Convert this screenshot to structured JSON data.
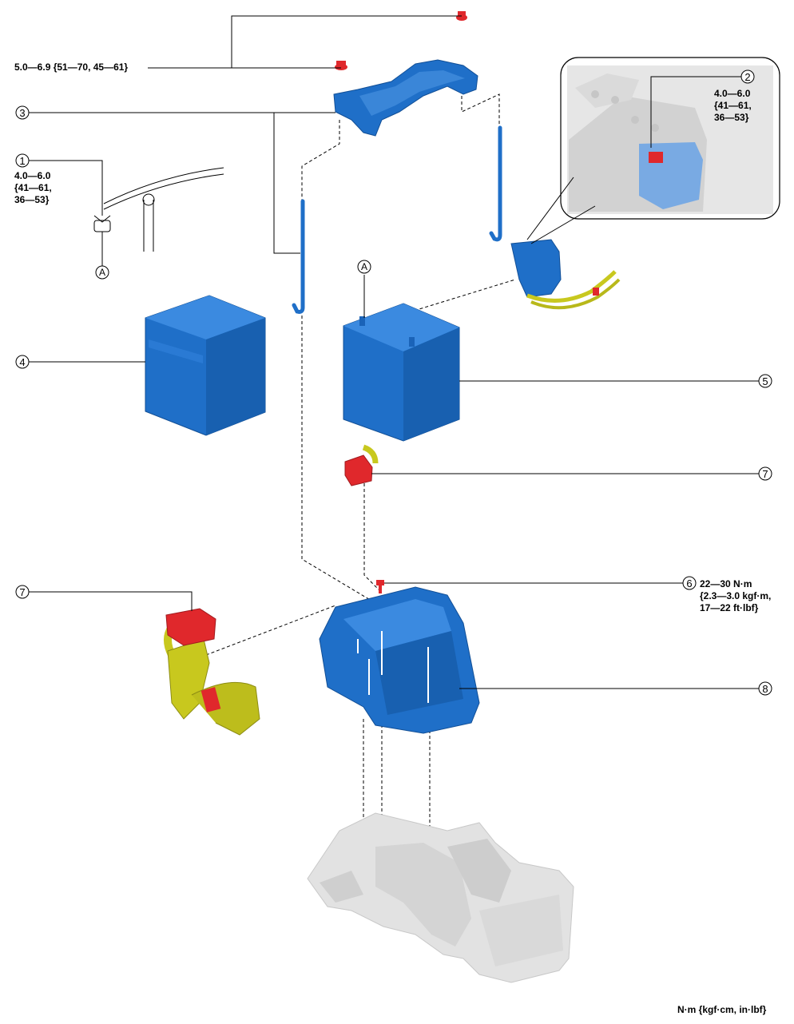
{
  "callouts": {
    "c1": "1",
    "c2": "2",
    "c3": "3",
    "c4": "4",
    "c5": "5",
    "c6": "6",
    "c7a": "7",
    "c7b": "7",
    "c8": "8",
    "refA1": "A",
    "refA2": "A"
  },
  "torques": {
    "hold_down_nut": "5.0—6.9 {51—70, 45—61}",
    "terminal_clamp_1": "4.0—6.0\n{41—61,\n36—53}",
    "terminal_clamp_2": "4.0—6.0\n{41—61,\n36—53}",
    "tray_bolt": "22—30 N·m\n{2.3—3.0 kgf·m,\n17—22 ft·lbf}"
  },
  "unit_note": "N·m {kgf·cm, in·lbf}",
  "colors": {
    "part_blue": "#1f6fc8",
    "part_blue_dark": "#124f96",
    "nut_red": "#e0282c",
    "harness_yellow": "#c8c81e",
    "body_grey": "#dcdcdc",
    "leader": "#000000"
  }
}
